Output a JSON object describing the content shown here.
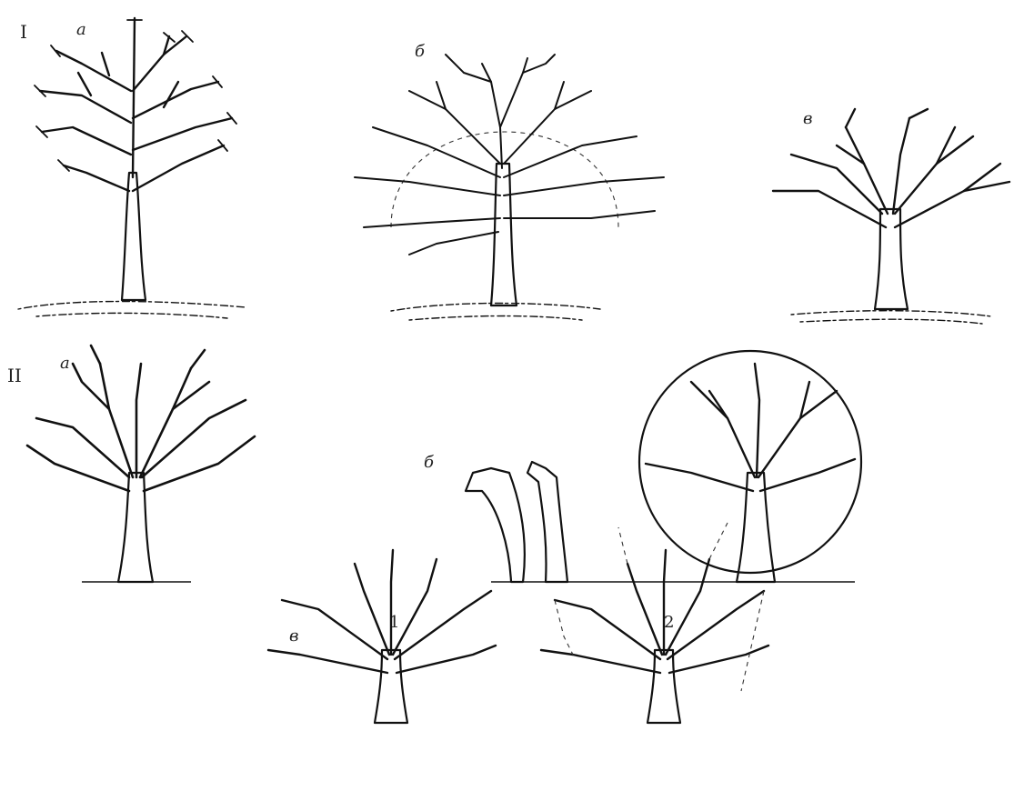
{
  "section_I": {
    "label": "I",
    "panel_a": "а",
    "panel_b": "б",
    "panel_v": "в"
  },
  "section_II": {
    "label": "II",
    "panel_a": "а",
    "panel_b": "б",
    "panel_v": "в",
    "sub_1": "1",
    "sub_2": "2"
  }
}
